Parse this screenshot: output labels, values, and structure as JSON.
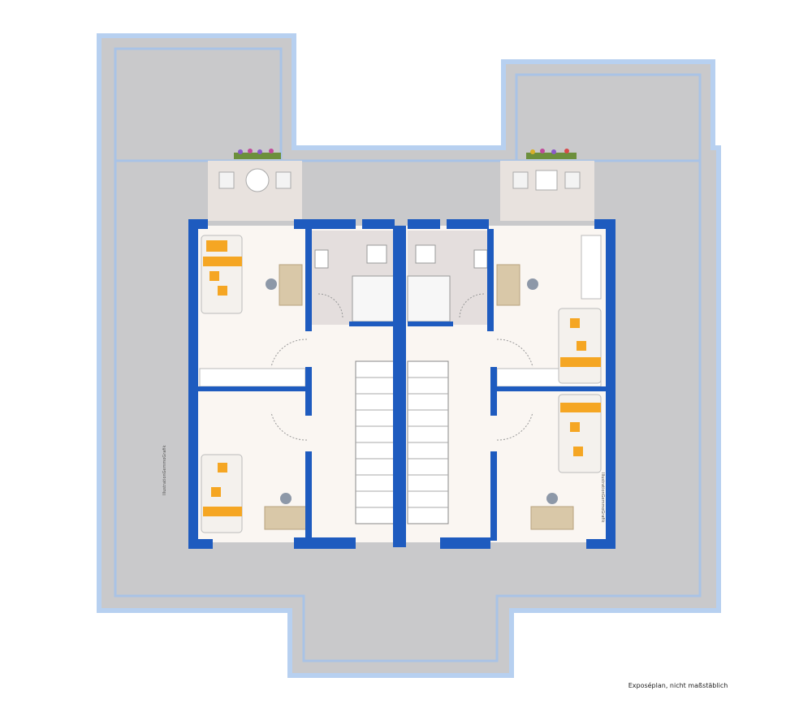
{
  "plan": {
    "caption": "Exposéplan, nicht maßstäblich",
    "credit_left": "IllustrationGemmoGrafik",
    "credit_right": "IllustrationGemmoGrafik"
  },
  "colors": {
    "wall": "#1e5bbf",
    "roof": "#c9c9cb",
    "roof_edge": "#a9c6ea",
    "floor": "#faf6f2",
    "tile": "#e4dedd",
    "wood": "#d9c8a8",
    "accent": "#f5a623"
  }
}
